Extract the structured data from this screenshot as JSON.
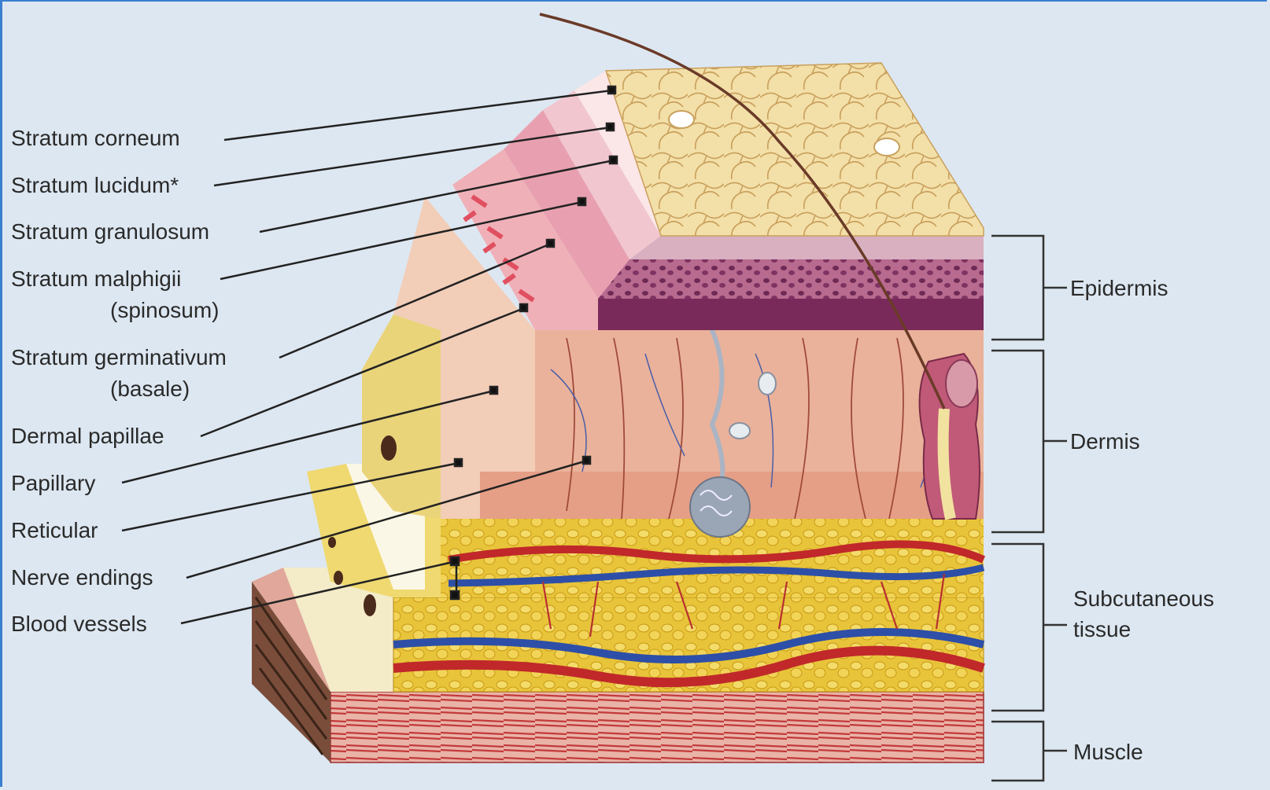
{
  "left_labels": {
    "stratum_corneum": "Stratum corneum",
    "stratum_lucidum": "Stratum lucidum*",
    "stratum_granulosum": "Stratum granulosum",
    "stratum_malphigii": "Stratum malphigii",
    "spinosum": "(spinosum)",
    "stratum_germinativum": "Stratum germinativum",
    "basale": "(basale)",
    "dermal_papillae": "Dermal papillae",
    "papillary": "Papillary",
    "reticular": "Reticular",
    "nerve_endings": "Nerve endings",
    "blood_vessels": "Blood vessels"
  },
  "right_labels": {
    "epidermis": "Epidermis",
    "dermis": "Dermis",
    "subcutaneous_1": "Subcutaneous",
    "subcutaneous_2": "tissue",
    "muscle": "Muscle"
  },
  "colors": {
    "background": "#dde7f1",
    "border": "#3a7fd0",
    "epidermis_surface": "#f3dfa8",
    "epidermis_layer": "#8c3d6e",
    "dermis": "#eab29a",
    "fat": "#e6c236",
    "muscle": "#c44a4a",
    "artery": "#c0282a",
    "vein": "#2d4fa8",
    "leader_line": "#222222"
  }
}
